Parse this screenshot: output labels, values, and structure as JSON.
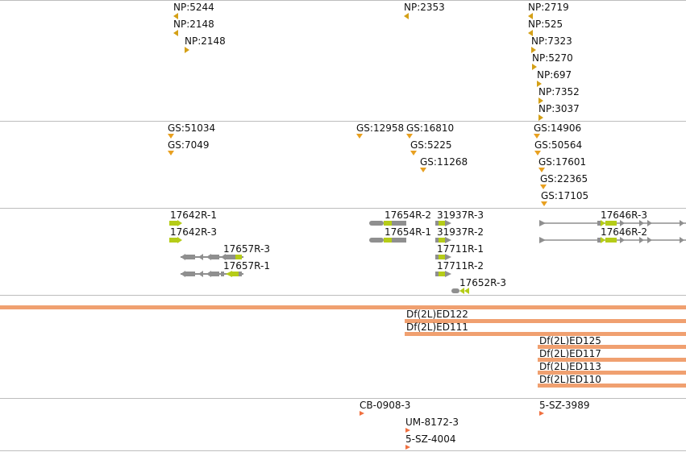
{
  "np_track": {
    "features": [
      {
        "label": "NP:5244",
        "dir": "left"
      },
      {
        "label": "NP:2148",
        "dir": "left"
      },
      {
        "label": "NP:2148",
        "dir": "right"
      },
      {
        "label": "NP:2353",
        "dir": "left"
      },
      {
        "label": "NP:2719",
        "dir": "left"
      },
      {
        "label": "NP:525",
        "dir": "left"
      },
      {
        "label": "NP:7323",
        "dir": "right"
      },
      {
        "label": "NP:5270",
        "dir": "right"
      },
      {
        "label": "NP:697",
        "dir": "right"
      },
      {
        "label": "NP:7352",
        "dir": "right"
      },
      {
        "label": "NP:3037",
        "dir": "right"
      }
    ]
  },
  "gs_track": {
    "features": [
      {
        "label": "GS:51034"
      },
      {
        "label": "GS:7049"
      },
      {
        "label": "GS:12958"
      },
      {
        "label": "GS:16810"
      },
      {
        "label": "GS:5225"
      },
      {
        "label": "GS:11268"
      },
      {
        "label": "GS:14906"
      },
      {
        "label": "GS:50564"
      },
      {
        "label": "GS:17601"
      },
      {
        "label": "GS:22365"
      },
      {
        "label": "GS:17105"
      }
    ]
  },
  "gene_track": {
    "features": [
      {
        "label": "17642R-1"
      },
      {
        "label": "17642R-3"
      },
      {
        "label": "17657R-3"
      },
      {
        "label": "17657R-1"
      },
      {
        "label": "17654R-2"
      },
      {
        "label": "17654R-1"
      },
      {
        "label": "31937R-3"
      },
      {
        "label": "31937R-2"
      },
      {
        "label": "17711R-1"
      },
      {
        "label": "17711R-2"
      },
      {
        "label": "17652R-3"
      },
      {
        "label": "17646R-3"
      },
      {
        "label": "17646R-2"
      }
    ]
  },
  "deletion_track": {
    "features": [
      {
        "label": "Df(2L)ED122"
      },
      {
        "label": "Df(2L)ED111"
      },
      {
        "label": "Df(2L)ED125"
      },
      {
        "label": "Df(2L)ED117"
      },
      {
        "label": "Df(2L)ED113"
      },
      {
        "label": "Df(2L)ED110"
      }
    ]
  },
  "stock_track": {
    "features": [
      {
        "label": "CB-0908-3"
      },
      {
        "label": "UM-8172-3"
      },
      {
        "label": "5-SZ-4004"
      },
      {
        "label": "5-SZ-3989"
      }
    ]
  },
  "colors": {
    "np_marker": "#d4a017",
    "gs_marker": "#e8a020",
    "gene_exon": "#b5cc18",
    "gene_intron": "#8f8f8f",
    "deletion_bar": "#f0a070",
    "stock_marker": "#f07040",
    "separator": "#bdbdbd"
  }
}
